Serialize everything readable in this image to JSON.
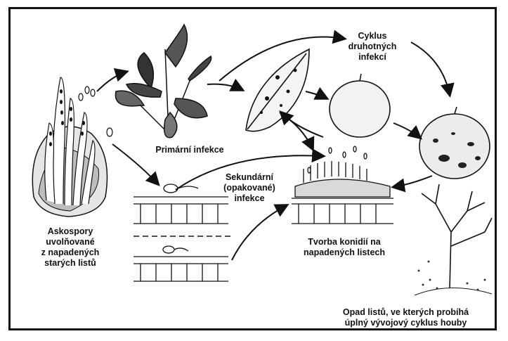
{
  "labels": {
    "ascospores": [
      "Askospory",
      "uvolňované",
      "z napadených",
      "starých listů"
    ],
    "primary_infection": "Primární infekce",
    "secondary_cycle": [
      "Cyklus",
      "druhotných",
      "infekcí"
    ],
    "secondary_infection": [
      "Sekundární",
      "(opakované)",
      "infekce"
    ],
    "conidia": [
      "Tvorba konidií na",
      "napadených listech"
    ],
    "leaf_fall": [
      "Opad listů, ve kterých probíhá",
      "úplný vývojový cyklus houby"
    ]
  }
}
